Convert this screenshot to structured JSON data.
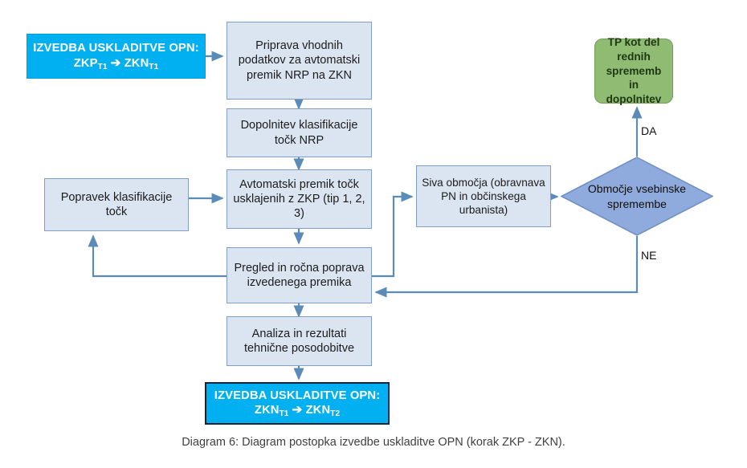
{
  "figure": {
    "caption": "Diagram 6: Diagram postopka izvedbe uskladitve OPN (korak ZKP - ZKN)."
  },
  "colors": {
    "process_fill": "#dbe5f1",
    "process_border": "#7f9fc4",
    "terminator_fill": "#00b0f0",
    "terminator_text": "#ffffff",
    "terminator_border_dark": "#10243c",
    "decision_fill": "#8faadc",
    "decision_border": "#6f8ec4",
    "green_fill": "#8fbc72",
    "green_border": "#6f9d55",
    "connector": "#5b8cb8",
    "caption_text": "#3f3f3f"
  },
  "nodes": {
    "start_terminator": {
      "line1": "IZVEDBA USKLADITVE OPN:",
      "line2_pre": "ZKP",
      "line2_sub1": "T1",
      "line2_arrow": "➔",
      "line2_post": "ZKN",
      "line2_sub2": "T1",
      "shape": "terminator"
    },
    "prepare_inputs": {
      "text": "Priprava vhodnih podatkov za avtomatski premik NRP na ZKN",
      "shape": "process"
    },
    "classification_supplement": {
      "text": "Dopolnitev klasifikacije točk NRP",
      "shape": "process"
    },
    "automatic_shift": {
      "text": "Avtomatski premik točk usklajenih z ZKP (tip 1, 2, 3)",
      "shape": "process"
    },
    "classification_fix": {
      "text": "Popravek klasifikacije točk",
      "shape": "process"
    },
    "review_manual_fix": {
      "text": "Pregled in ročna poprava izvedenega premika",
      "shape": "process"
    },
    "grey_areas": {
      "text": "Siva območja (obravnava PN in občinskega urbanista)",
      "shape": "process"
    },
    "content_change_decision": {
      "text": "Območje vsebinske spremembe",
      "shape": "decision"
    },
    "regular_changes": {
      "text": "TP kot del rednih sprememb in dopolnitev",
      "shape": "rounded-green"
    },
    "analysis_results": {
      "text": "Analiza in rezultati tehnične posodobitve",
      "shape": "process"
    },
    "end_terminator": {
      "line1": "IZVEDBA USKLADITVE OPN:",
      "line2_pre": "ZKN",
      "line2_sub1": "T1",
      "line2_arrow": "➔",
      "line2_post": "ZKN",
      "line2_sub2": "T2",
      "shape": "terminator"
    }
  },
  "edge_labels": {
    "yes": "DA",
    "no": "NE"
  }
}
